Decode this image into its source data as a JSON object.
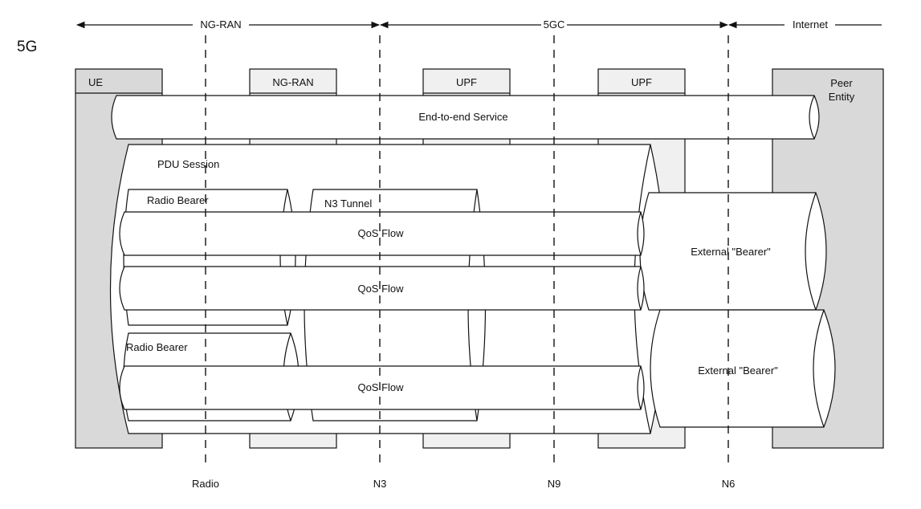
{
  "figure": {
    "generation": "5G",
    "domains": [
      {
        "id": "ngran",
        "label": "NG-RAN"
      },
      {
        "id": "core",
        "label": "5GC"
      },
      {
        "id": "internet",
        "label": "Internet"
      }
    ],
    "nodes": {
      "ue": "UE",
      "ngran": "NG-RAN",
      "upf1": "UPF",
      "upf2": "UPF",
      "peer_line1": "Peer",
      "peer_line2": "Entity"
    },
    "tunnels": {
      "end_to_end": "End-to-end Service",
      "pdu_session": "PDU Session",
      "radio_bearer_1": "Radio Bearer",
      "radio_bearer_2": "Radio Bearer",
      "n3_tunnel": "N3 Tunnel",
      "qos_flow_1": "QoS Flow",
      "qos_flow_2": "QoS Flow",
      "qos_flow_3": "QoS Flow",
      "external_bearer_1": "External \"Bearer\"",
      "external_bearer_2": "External \"Bearer\""
    },
    "interfaces": {
      "radio": "Radio",
      "n3": "N3",
      "n9": "N9",
      "n6": "N6"
    },
    "colors": {
      "node_fill": "#d9d9d9",
      "node_fill_light": "#f0f0f0",
      "line": "#111111",
      "pipe_fill": "#ffffff"
    }
  }
}
